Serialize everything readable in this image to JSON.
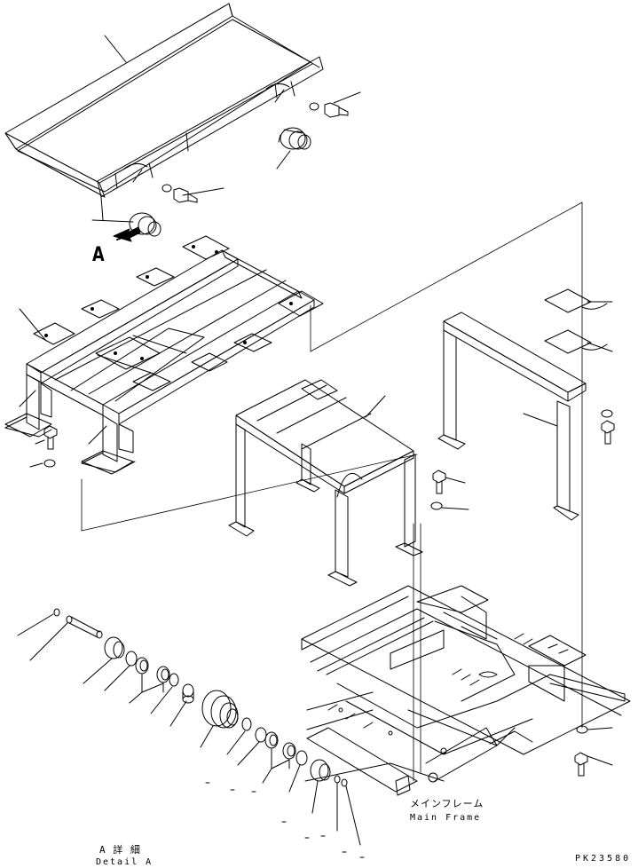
{
  "callout_a": "A",
  "main_frame": {
    "label_jp": "メインフレーム",
    "label_en": "Main Frame"
  },
  "detail": {
    "label_jp": "A 詳 細",
    "label_en": "Detail A"
  },
  "figure_code": "PK23580",
  "icons": [
    "view-direction-arrow-icon"
  ]
}
